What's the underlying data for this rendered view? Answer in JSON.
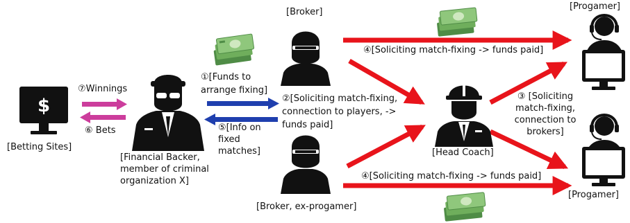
{
  "actors": {
    "betting_sites": "[Betting Sites]",
    "financial_backer": "[Financial Backer, member of criminal organization X]",
    "broker_top": "[Broker]",
    "broker_bottom": "[Broker, ex-progamer]",
    "head_coach": "[Head Coach]",
    "progamer_top": "[Progamer]",
    "progamer_bottom": "[Progamer]"
  },
  "flows": {
    "winnings": "⑦Winnings",
    "bets": "⑥ Bets",
    "funds_to_fix": "①[Funds to arrange fixing]",
    "soliciting_connection": "②[Soliciting match-fixing, connection to players, -> funds paid]",
    "info_fixed": "⑤[Info on fixed matches]",
    "soliciting_top": "④[Soliciting match-fixing -> funds paid]",
    "soliciting_bottom": "④[Soliciting match-fixing -> funds paid]",
    "coach_soliciting": "③ [Soliciting match-fixing, connection to brokers]"
  },
  "icons": {
    "monitor": "dollar-monitor-icon",
    "backer": "sunglasses-man-icon",
    "broker": "masked-man-icon",
    "coach": "helmet-man-icon",
    "gamer": "headset-gamer-icon",
    "money": "cash-stack-icon"
  },
  "colors": {
    "red_arrow": "#e8141b",
    "blue_arrow": "#1f3fae",
    "magenta_arrow": "#cc3d9c",
    "money_green": "#6fae5c"
  }
}
